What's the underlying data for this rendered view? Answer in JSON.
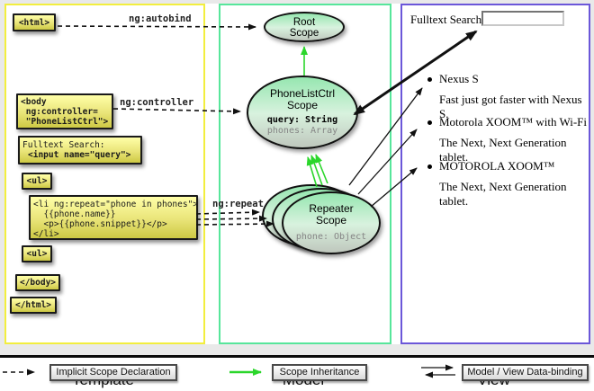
{
  "colors": {
    "page_margin": "#e9e9e9",
    "template_border": "#f2ee3e",
    "model_border": "#57e69b",
    "view_border": "#6b57d9",
    "code_box_top": "#ffffa8",
    "code_box_bottom": "#cdc944",
    "scope_fill_top": "#96e6b0",
    "scope_fill_bottom": "#bfc7bd",
    "arrow_black": "#111111",
    "inheritance_green": "#2bd62b",
    "muted_prop": "#858585"
  },
  "template_panel": {
    "title": "Template",
    "directives": {
      "autobind": "ng:autobind",
      "controller": "ng:controller",
      "repeat": "ng:repeat"
    },
    "code": {
      "html_open": "<html>",
      "body_open": "<body\n ng:controller=\n \"PhoneListCtrl\">",
      "fulltext_line1": "Fulltext Search:",
      "fulltext_line2": "<input name=\"query\">",
      "ul_open": "<ul>",
      "li_repeat": "<li ng:repeat=\"phone in phones\">\n  {{phone.name}}\n  <p>{{phone.snippet}}</p>\n</li>",
      "ul_close": "<ul>",
      "body_close": "</body>",
      "html_close": "</html>"
    }
  },
  "model_panel": {
    "title": "Model",
    "root_scope": {
      "title": "Root\nScope"
    },
    "phonelist_scope": {
      "title": "PhoneListCtrl\nScope",
      "query_prop": "query: String",
      "phones_prop": "phones: Array"
    },
    "repeater_scope": {
      "title": "Repeater\nScope",
      "phone_prop": "phone: Object"
    }
  },
  "view_panel": {
    "title": "View",
    "search_label": "Fulltext Search:",
    "search_value": "",
    "items": [
      {
        "name": "Nexus S",
        "snippet": "Fast just got faster with Nexus S."
      },
      {
        "name": "Motorola XOOM™ with Wi-Fi",
        "snippet": "The Next, Next Generation tablet."
      },
      {
        "name": "MOTOROLA XOOM™",
        "snippet": "The Next, Next Generation tablet."
      }
    ]
  },
  "legend": {
    "items": [
      {
        "icon": "dashed-black-arrow-icon",
        "label": "Implicit Scope Declaration"
      },
      {
        "icon": "green-arrow-icon",
        "label": "Scope Inheritance"
      },
      {
        "icon": "double-black-arrow-icon",
        "label": "Model / View Data-binding"
      }
    ]
  }
}
